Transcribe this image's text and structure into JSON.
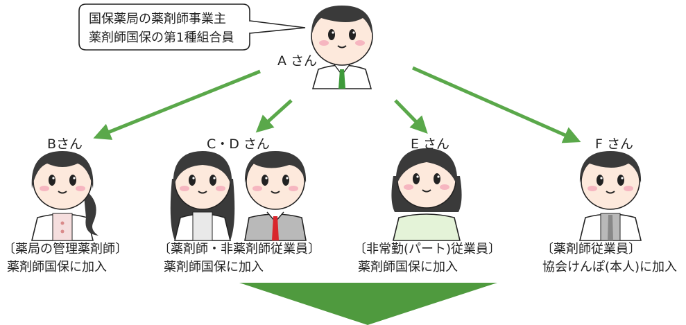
{
  "employer": {
    "name": "A さん",
    "description_lines": [
      "国保薬局の薬剤師事業主",
      "薬剤師国保の第1種組合員"
    ]
  },
  "employees": [
    {
      "name": "Bさん",
      "role": "〔薬局の管理薬剤師〕",
      "insurance": "薬剤師国保に加入"
    },
    {
      "name": "C・D さん",
      "role": "〔薬剤師・非薬剤師従業員〕",
      "insurance": "薬剤師国保に加入"
    },
    {
      "name": "E さん",
      "role": "〔非常勤(パート)従業員〕",
      "insurance": "薬剤師国保に加入"
    },
    {
      "name": "F さん",
      "role": "〔薬剤師従業員〕",
      "insurance": "協会けんぽ(本人)に加入"
    }
  ],
  "colors": {
    "arrow": "#5aa84a",
    "big_arrow": "#4f9a3e",
    "coat": "#ffffff",
    "hair": "#3a3a3a",
    "skin": "#fde9dc",
    "cheek": "#f6b6c0",
    "tie_green": "#3e9a3a",
    "tie_red": "#d9262d",
    "vest_gray": "#b9b9b9",
    "top_pink": "#f5dede",
    "sweater": "#e4f3d8"
  },
  "icons": [
    "speech-bubble",
    "person-icon"
  ]
}
